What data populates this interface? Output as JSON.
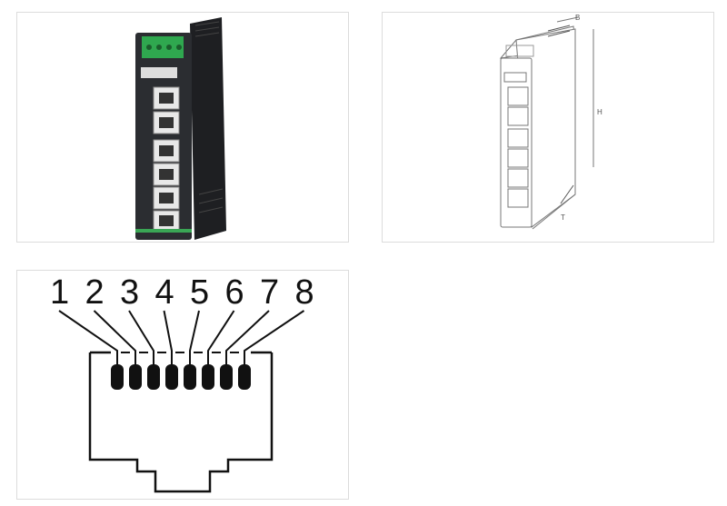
{
  "gallery": {
    "product_photo": {
      "alt_kind": "photo",
      "body_color": "#2b2d31",
      "accent_color": "#3aa655",
      "connector_color": "#2fa84f"
    },
    "dimension_drawing": {
      "labels": {
        "width": "B",
        "height": "H",
        "depth": "T"
      }
    },
    "pinout": {
      "pins": [
        "1",
        "2",
        "3",
        "4",
        "5",
        "6",
        "7",
        "8"
      ]
    }
  }
}
